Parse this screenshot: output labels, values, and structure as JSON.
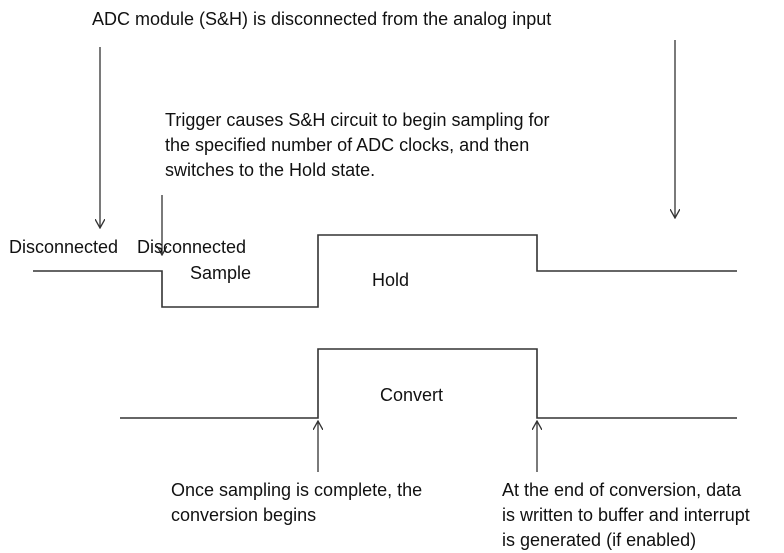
{
  "labels": {
    "top_note": "ADC module (S&H) is disconnected from the analog input",
    "trigger_note": [
      "Trigger causes S&H circuit to begin sampling for",
      "the specified number of ADC clocks, and then",
      "switches to the Hold state."
    ],
    "state_disconnected_1": "Disconnected",
    "state_disconnected_2": "Disconnected",
    "state_sample": "Sample",
    "state_hold": "Hold",
    "state_convert": "Convert",
    "note_conversion_begins": [
      "Once sampling is complete, the",
      "conversion begins"
    ],
    "note_end_conversion": [
      "At the end of conversion, data",
      "is written to buffer and interrupt",
      "is generated (if enabled)"
    ]
  },
  "style": {
    "line_color": "#333333"
  }
}
